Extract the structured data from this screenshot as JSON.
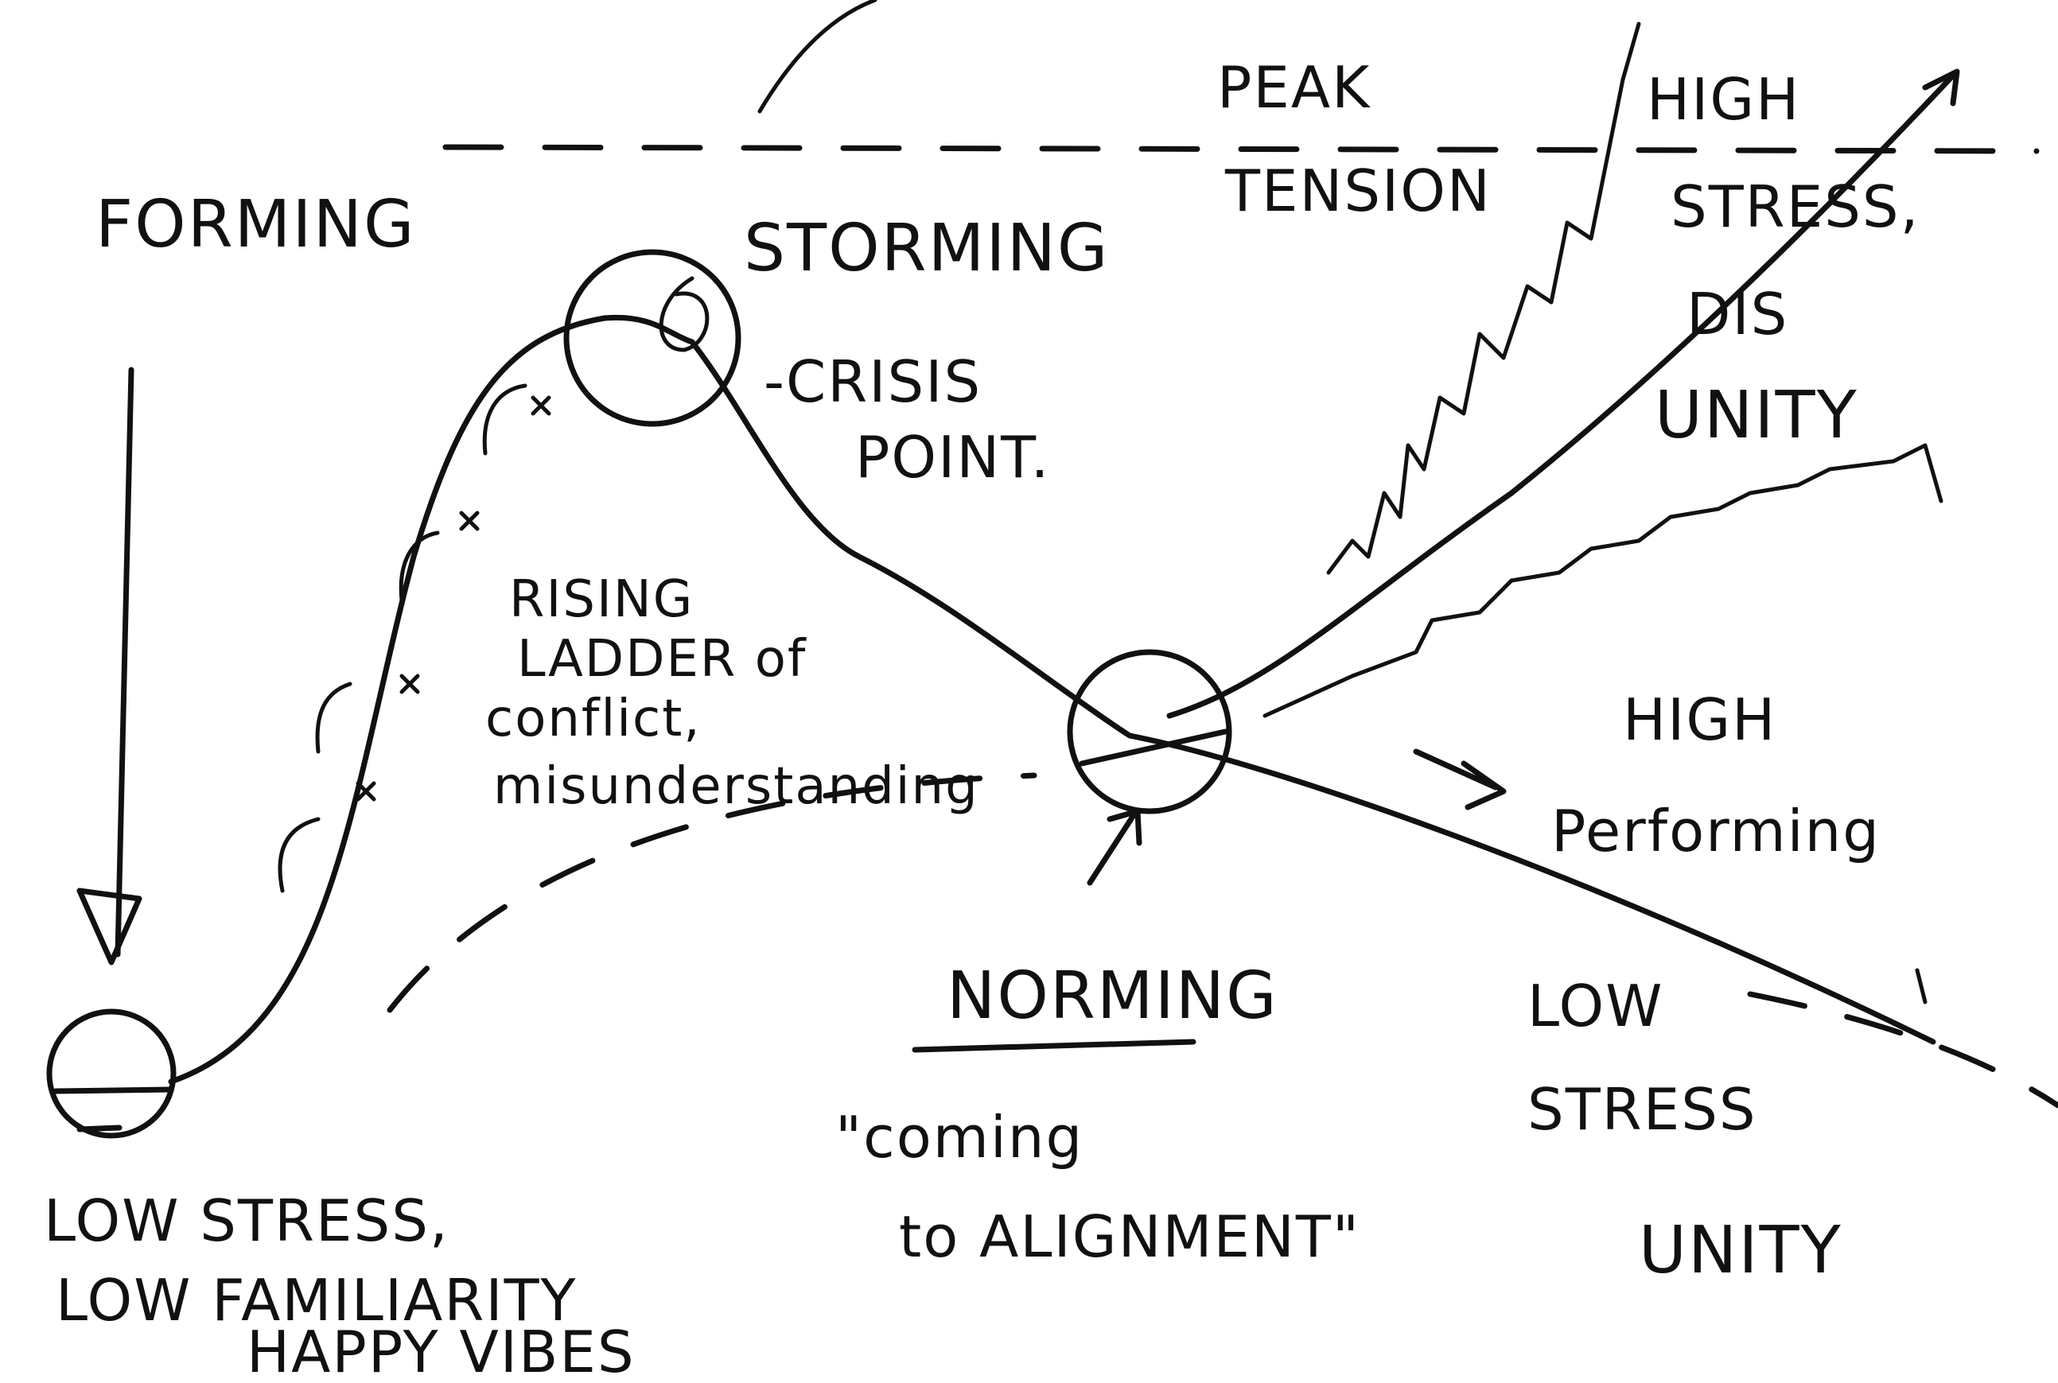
{
  "labels": {
    "forming": "FORMING",
    "storming": "STORMING",
    "crisis_point_line1": "-CRISIS",
    "crisis_point_line2": "POINT.",
    "peak_tension_line1": "PEAK",
    "peak_tension_line2": "TENSION",
    "high_stress_line1": "HIGH",
    "high_stress_line2": "STRESS,",
    "high_stress_line3": "DIS",
    "high_stress_line4": "UNITY",
    "rising_ladder_line1": "RISING",
    "rising_ladder_line2": "LADDER of",
    "rising_ladder_line3": "conflict,",
    "rising_ladder_line4": "misunderstanding",
    "high_performing_line1": "HIGH",
    "high_performing_line2": "Performing",
    "low_stress_line1": "LOW",
    "low_stress_line2": "STRESS",
    "unity": "UNITY",
    "norming": "NORMING",
    "coming_line1": "\"coming",
    "coming_line2": "to ALIGNMENT\"",
    "low_stress_left_line1": "LOW STRESS,",
    "low_stress_left_line2": "LOW FAMILIARITY",
    "low_stress_left_line3": "HAPPY VIBES"
  },
  "colors": {
    "ink": "#111111",
    "paper": "#ffffff"
  }
}
